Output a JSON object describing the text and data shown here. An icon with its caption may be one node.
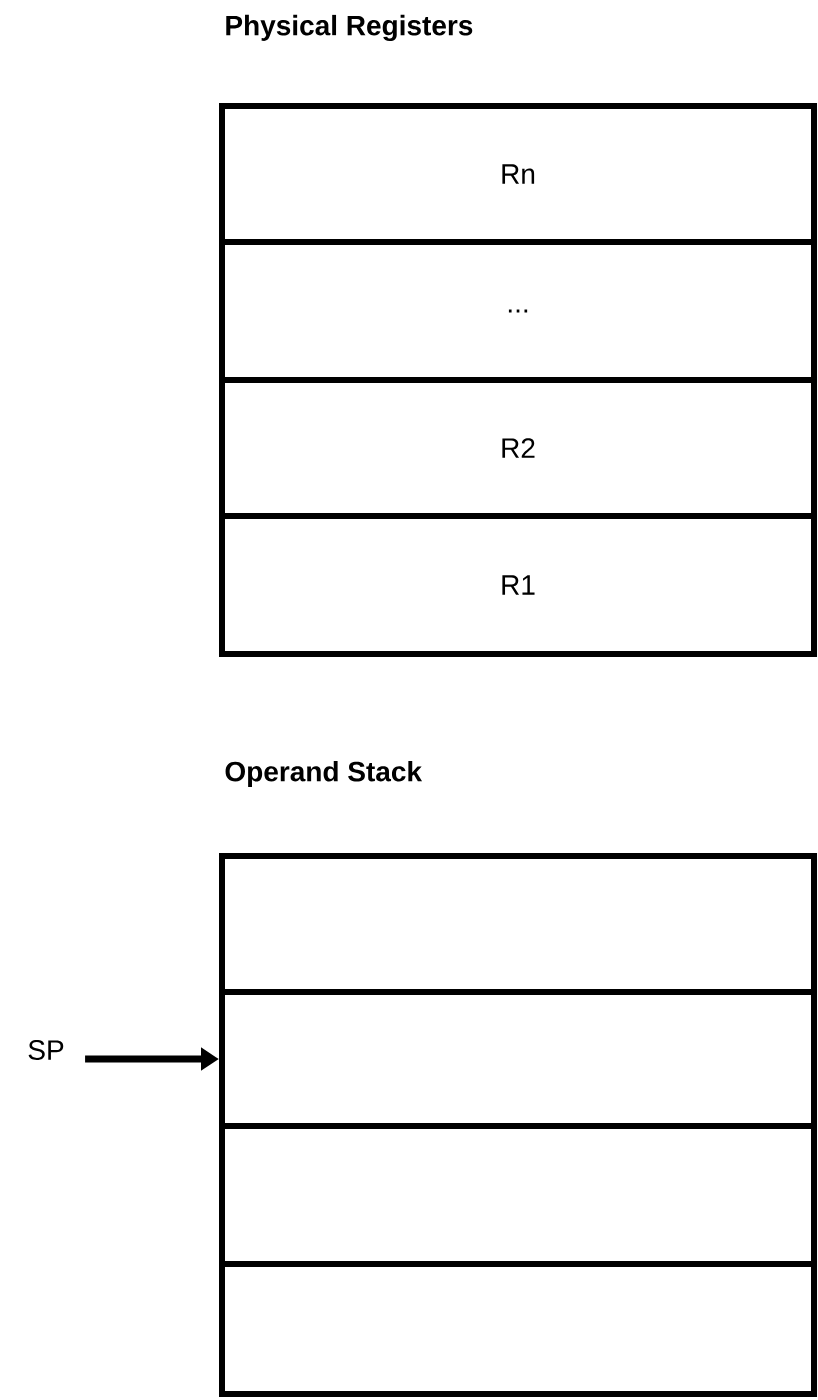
{
  "diagram": {
    "nodes": [
      {
        "text": [
          "Physical Registers"
        ]
      },
      {
        "text": [
          "Rn"
        ],
        "in": 0
      },
      {
        "text": [
          "..."
        ],
        "in": 0
      },
      {
        "text": [
          "R2"
        ],
        "in": 0
      },
      {
        "text": [
          "R1"
        ],
        "in": 0
      },
      {
        "text": [
          "Operand Stack"
        ]
      },
      {
        "text": [],
        "shape": "box",
        "in": 5
      },
      {
        "text": [],
        "shape": "box",
        "in": 5
      },
      {
        "text": [],
        "shape": "box",
        "in": 5
      },
      {
        "text": [],
        "shape": "box",
        "in": 5
      },
      {
        "text": [
          "SP"
        ]
      }
    ],
    "edges": [
      {
        "from": 10,
        "to": 7,
        "arrow": "to"
      }
    ]
  }
}
